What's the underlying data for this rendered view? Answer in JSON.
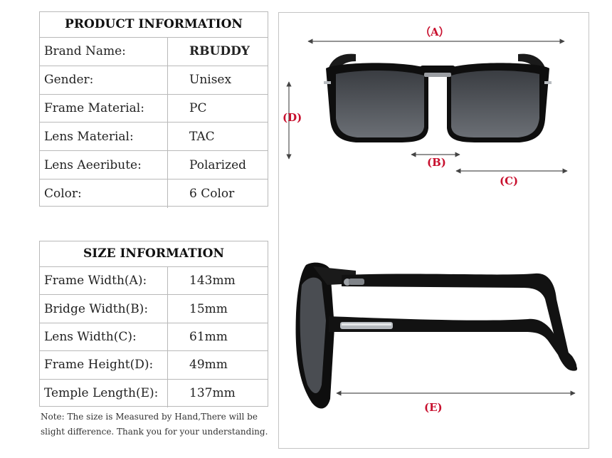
{
  "product_info": {
    "title": "PRODUCT INFORMATION",
    "rows": [
      {
        "label": "Brand Name:",
        "value": "RBUDDY"
      },
      {
        "label": "Gender:",
        "value": "Unisex"
      },
      {
        "label": "Frame Material:",
        "value": "PC"
      },
      {
        "label": "Lens Material:",
        "value": "TAC"
      },
      {
        "label": "Lens Aeeribute:",
        "value": "Polarized"
      },
      {
        "label": "Color:",
        "value": "6 Color"
      }
    ]
  },
  "size_info": {
    "title": "SIZE INFORMATION",
    "rows": [
      {
        "label": "Frame Width(A):",
        "value": "143mm"
      },
      {
        "label": "Bridge Width(B):",
        "value": "15mm"
      },
      {
        "label": "Lens Width(C):",
        "value": "61mm"
      },
      {
        "label": "Frame Height(D):",
        "value": "49mm"
      },
      {
        "label": "Temple Length(E):",
        "value": "137mm"
      }
    ]
  },
  "note": "Note: The size is Measured by Hand,There will be slight difference. Thank you for your understanding.",
  "dimension_labels": {
    "a": "（A）",
    "b": "(B)",
    "c": "(C)",
    "d": "(D)",
    "e": "(E)"
  },
  "colors": {
    "accent": "#c8102e",
    "border": "#b9b9b9",
    "frame": "#111111"
  }
}
